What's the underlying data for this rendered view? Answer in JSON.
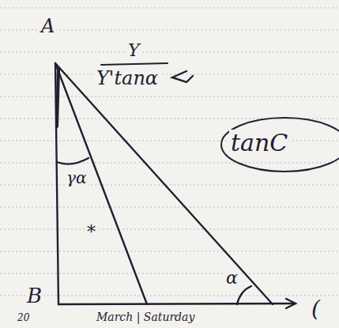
{
  "diagram": {
    "labels": [
      "A",
      "Y",
      "Y'tanα",
      "tanC",
      "γα",
      "*",
      "α",
      "B",
      "20",
      "March | Saturday",
      "("
    ]
  }
}
